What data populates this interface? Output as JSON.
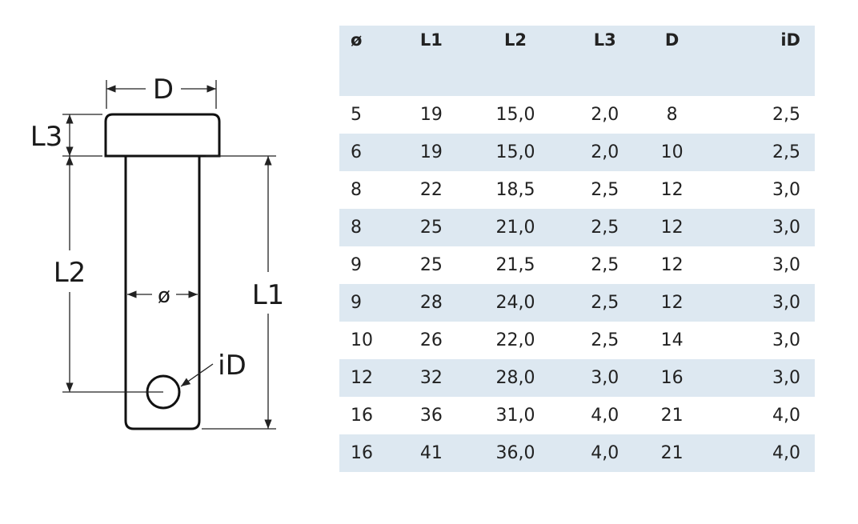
{
  "diagram": {
    "labels": {
      "D": "D",
      "L3": "L3",
      "L2": "L2",
      "L1": "L1",
      "diameter": "ø",
      "iD": "iD"
    }
  },
  "table": {
    "headers": [
      "ø",
      "L1",
      "L2",
      "L3",
      "D",
      "iD"
    ],
    "rows": [
      [
        "5",
        "19",
        "15,0",
        "2,0",
        "8",
        "2,5"
      ],
      [
        "6",
        "19",
        "15,0",
        "2,0",
        "10",
        "2,5"
      ],
      [
        "8",
        "22",
        "18,5",
        "2,5",
        "12",
        "3,0"
      ],
      [
        "8",
        "25",
        "21,0",
        "2,5",
        "12",
        "3,0"
      ],
      [
        "9",
        "25",
        "21,5",
        "2,5",
        "12",
        "3,0"
      ],
      [
        "9",
        "28",
        "24,0",
        "2,5",
        "12",
        "3,0"
      ],
      [
        "10",
        "26",
        "22,0",
        "2,5",
        "14",
        "3,0"
      ],
      [
        "12",
        "32",
        "28,0",
        "3,0",
        "16",
        "3,0"
      ],
      [
        "16",
        "36",
        "31,0",
        "4,0",
        "21",
        "4,0"
      ],
      [
        "16",
        "41",
        "36,0",
        "4,0",
        "21",
        "4,0"
      ]
    ],
    "shade_color": "#dde8f1"
  }
}
